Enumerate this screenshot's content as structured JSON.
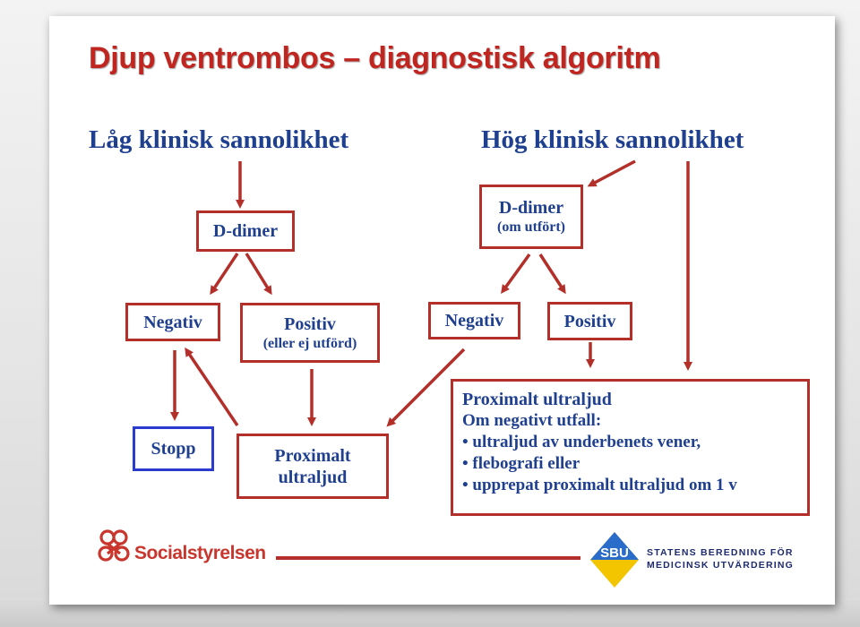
{
  "title": "Djup ventrombos – diagnostisk algoritm",
  "left_branch": {
    "heading": "Låg klinisk sannolikhet",
    "ddimer": "D-dimer",
    "negative": "Negativ",
    "positive": "Positiv",
    "positive_sub": "(eller ej utförd)",
    "stop": "Stopp",
    "ultrasound_line1": "Proximalt",
    "ultrasound_line2": "ultraljud"
  },
  "right_branch": {
    "heading": "Hög klinisk sannolikhet",
    "ddimer": "D-dimer",
    "ddimer_sub": "(om utfört)",
    "negative": "Negativ",
    "positive": "Positiv",
    "ultrasound_box": {
      "lines": [
        "Proximalt ultraljud",
        "Om negativt utfall:",
        "• ultraljud av underbenets vener,",
        "• flebografi eller",
        "• upprepat proximalt ultraljud om 1 v"
      ]
    }
  },
  "footer": {
    "left_logo_text": "Socialstyrelsen",
    "right_logo_mark": "SBU",
    "right_logo_line1": "STATENS BEREDNING FÖR",
    "right_logo_line2": "MEDICINSK UTVÄRDERING"
  },
  "colors": {
    "title": "#c0251f",
    "text": "#1f3f8f",
    "box_border": "#b3302a",
    "stop_border": "#2b3bcf",
    "arrow": "#b3302a"
  }
}
